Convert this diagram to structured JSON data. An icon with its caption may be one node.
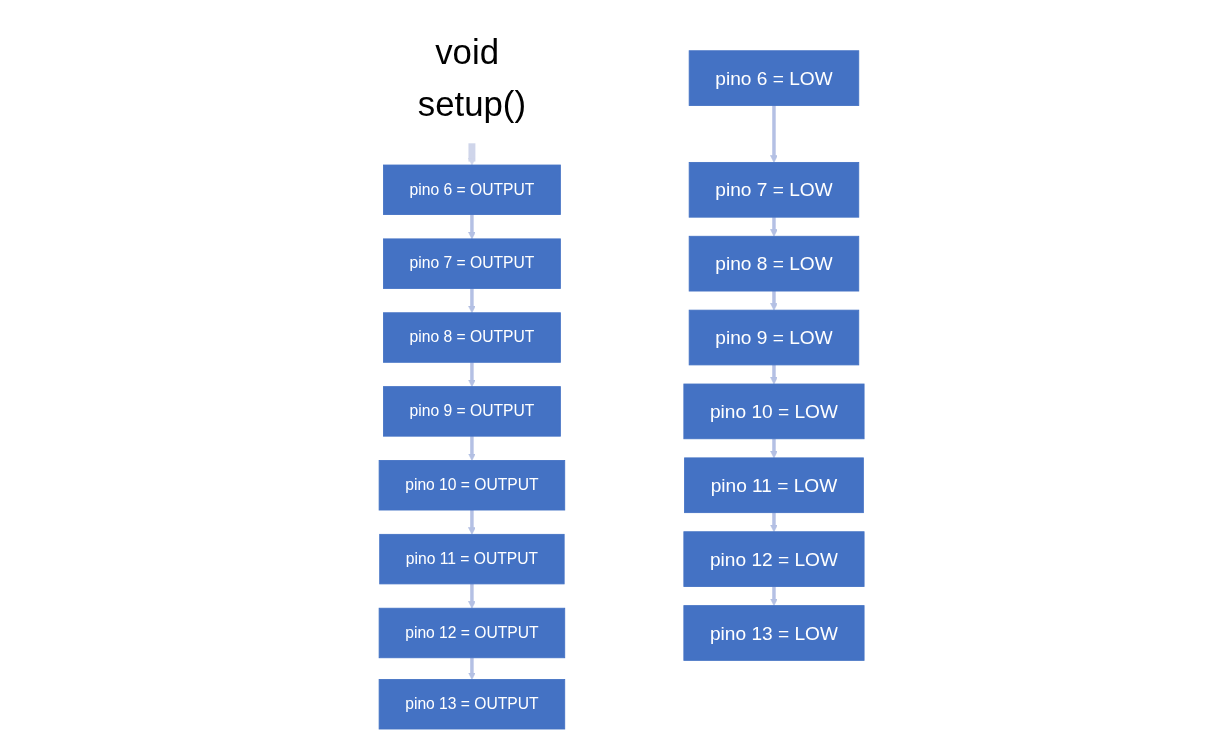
{
  "diagram": {
    "nodes": [
      {
        "text": [
          "void setup()"
        ]
      },
      {
        "text": [
          "pino 6 = OUTPUT"
        ]
      },
      {
        "text": [
          "pino 7 = OUTPUT"
        ]
      },
      {
        "text": [
          "pino 8 = OUTPUT"
        ]
      },
      {
        "text": [
          "pino 9 = OUTPUT"
        ]
      },
      {
        "text": [
          "pino 10 = OUTPUT"
        ]
      },
      {
        "text": [
          "pino 11 = OUTPUT"
        ]
      },
      {
        "text": [
          "pino 12 = OUTPUT"
        ]
      },
      {
        "text": [
          "pino 13 = OUTPUT"
        ]
      },
      {
        "text": [
          "pino 6 = LOW"
        ]
      },
      {
        "text": [
          "pino 7 = LOW"
        ]
      },
      {
        "text": [
          "pino 8 = LOW"
        ]
      },
      {
        "text": [
          "pino 9 = LOW"
        ]
      },
      {
        "text": [
          "pino 10 = LOW"
        ]
      },
      {
        "text": [
          "pino 11 = LOW"
        ]
      },
      {
        "text": [
          "pino 12 = LOW"
        ]
      },
      {
        "text": [
          "pino 13 = LOW"
        ]
      }
    ],
    "edges": [
      {
        "from": 0,
        "to": 1,
        "arrow": "to",
        "style": "thick"
      },
      {
        "from": 1,
        "to": 2,
        "arrow": "to"
      },
      {
        "from": 2,
        "to": 3,
        "arrow": "to"
      },
      {
        "from": 3,
        "to": 4,
        "arrow": "to"
      },
      {
        "from": 4,
        "to": 5,
        "arrow": "to"
      },
      {
        "from": 5,
        "to": 6,
        "arrow": "to"
      },
      {
        "from": 6,
        "to": 7,
        "arrow": "to"
      },
      {
        "from": 7,
        "to": 8,
        "arrow": "to"
      },
      {
        "from": 9,
        "to": 10,
        "arrow": "to"
      },
      {
        "from": 10,
        "to": 11,
        "arrow": "to"
      },
      {
        "from": 11,
        "to": 12,
        "arrow": "to"
      },
      {
        "from": 12,
        "to": 13,
        "arrow": "to"
      },
      {
        "from": 13,
        "to": 14,
        "arrow": "to"
      },
      {
        "from": 14,
        "to": 15,
        "arrow": "to"
      },
      {
        "from": 15,
        "to": 16,
        "arrow": "to"
      }
    ]
  }
}
